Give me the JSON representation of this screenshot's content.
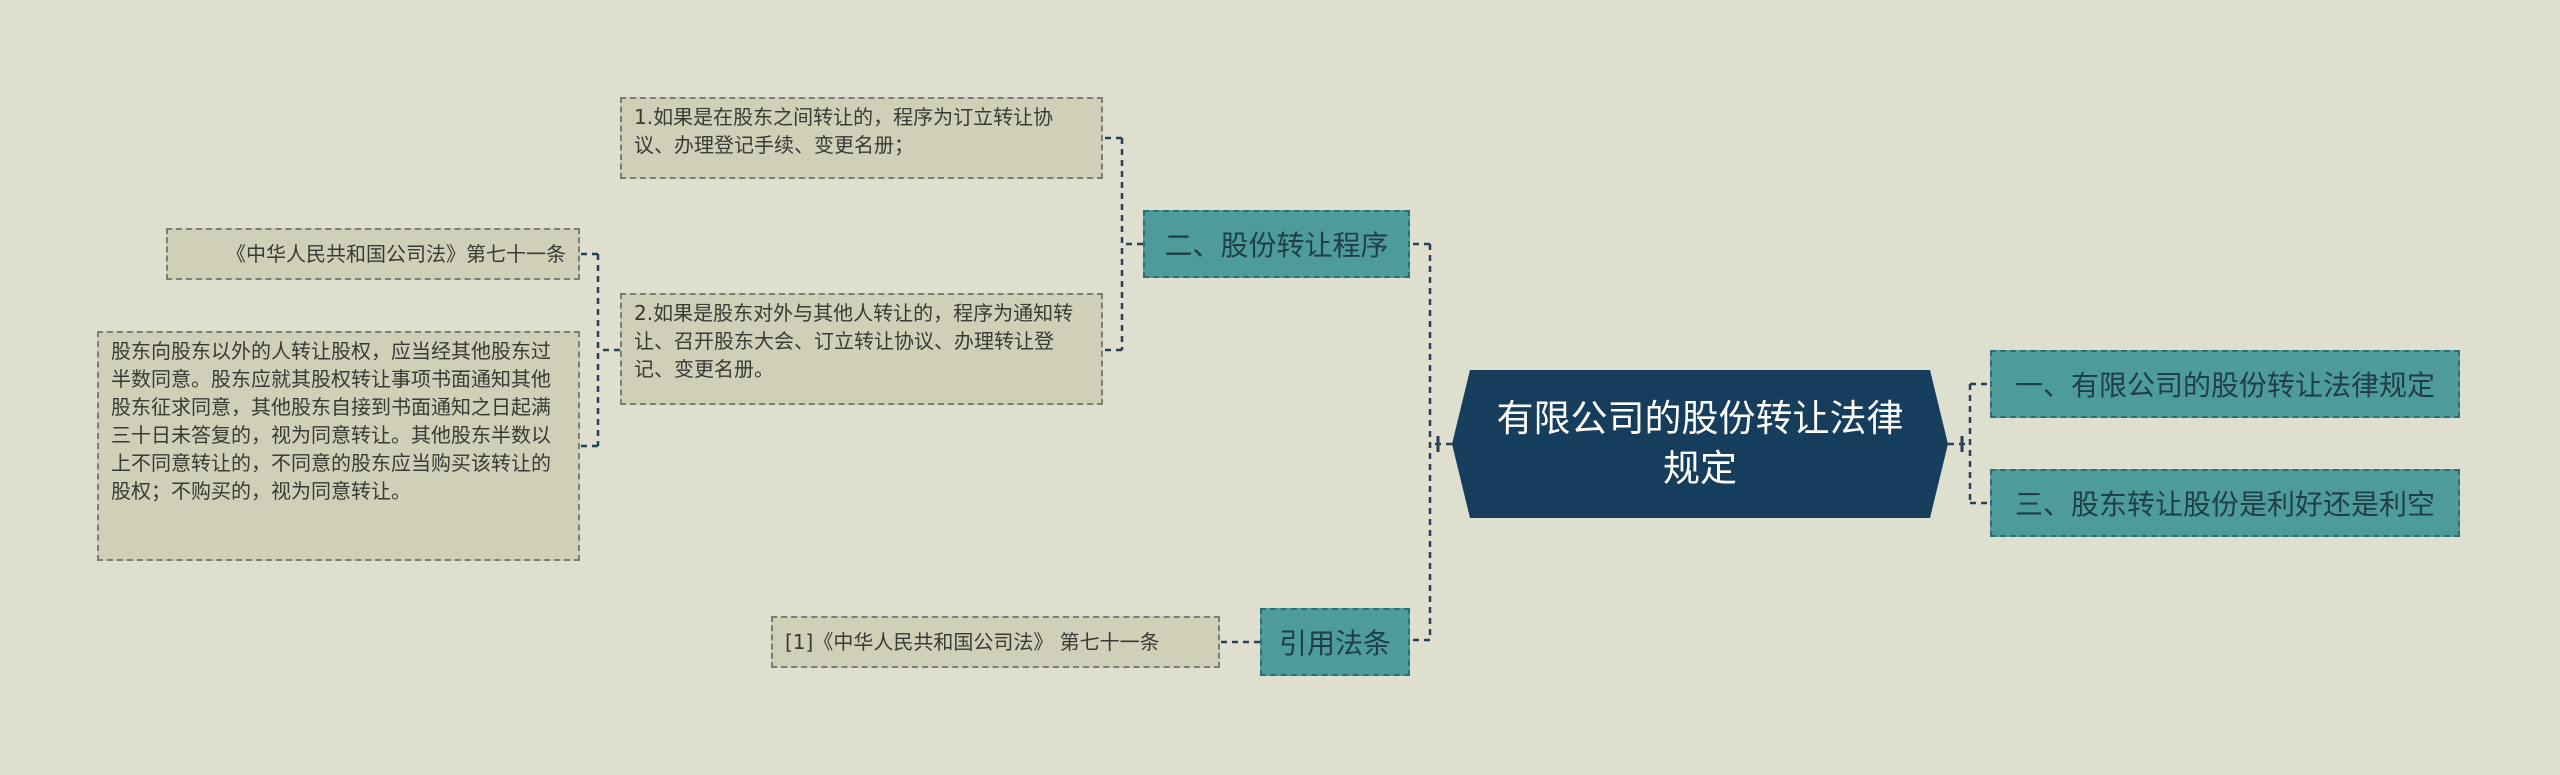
{
  "diagram": {
    "root": {
      "title": "有限公司的股份转让法律规定"
    },
    "branches": {
      "right_1": "一、有限公司的股份转让法律规定",
      "right_2": "三、股东转让股份是利好还是利空",
      "left_procedure": "二、股份转让程序",
      "left_citation": "引用法条"
    },
    "leaves": {
      "procedure_1": "1.如果是在股东之间转让的，程序为订立转让协议、办理登记手续、变更名册；",
      "procedure_2": "2.如果是股东对外与其他人转让的，程序为通知转让、召开股东大会、订立转让协议、办理转让登记、变更名册。",
      "law_ref": "《中华人民共和国公司法》第七十一条",
      "law_text": "股东向股东以外的人转让股权，应当经其他股东过半数同意。股东应就其股权转让事项书面通知其他股东征求同意，其他股东自接到书面通知之日起满三十日未答复的，视为同意转让。其他股东半数以上不同意转让的，不同意的股东应当购买该转让的股权；不购买的，视为同意转让。",
      "citation_1": "[1]《中华人民共和国公司法》 第七十一条"
    },
    "colors": {
      "background": "#dfdfd0",
      "root_fill": "#173d5c",
      "branch_fill": "#4e9b9b",
      "leaf_fill": "#d0d0b9",
      "connector": "#2b3f55"
    }
  }
}
